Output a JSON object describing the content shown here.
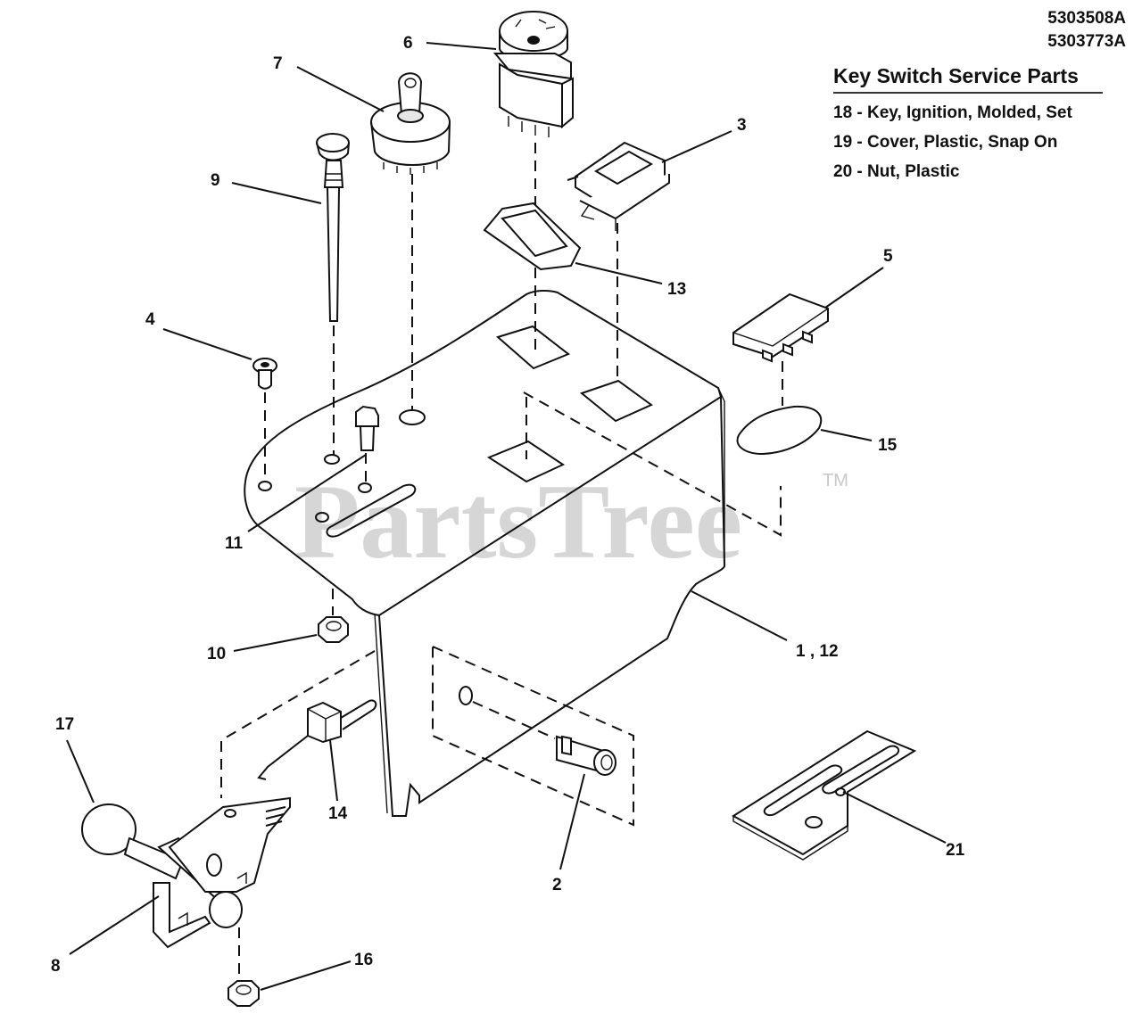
{
  "header": {
    "part_numbers": [
      "5303508A",
      "5303773A"
    ]
  },
  "legend": {
    "title": "Key Switch Service Parts",
    "items": [
      "18 - Key, Ignition, Molded, Set",
      "19 - Cover, Plastic, Snap On",
      "20 - Nut, Plastic"
    ]
  },
  "watermark": {
    "text": "PartsTree",
    "mark": "TM"
  },
  "callouts": {
    "c1_12": "1 , 12",
    "c2": "2",
    "c3": "3",
    "c4": "4",
    "c5": "5",
    "c6": "6",
    "c7": "7",
    "c8": "8",
    "c9": "9",
    "c10": "10",
    "c11": "11",
    "c13": "13",
    "c14": "14",
    "c15": "15",
    "c16": "16",
    "c17": "17",
    "c21": "21"
  },
  "icons": {
    "pto-switch": "pto-switch-icon",
    "ignition-switch": "ignition-switch-icon",
    "choke-knob": "choke-knob-icon",
    "throttle-lever": "throttle-lever-icon",
    "indicator-light": "indicator-light-icon"
  }
}
